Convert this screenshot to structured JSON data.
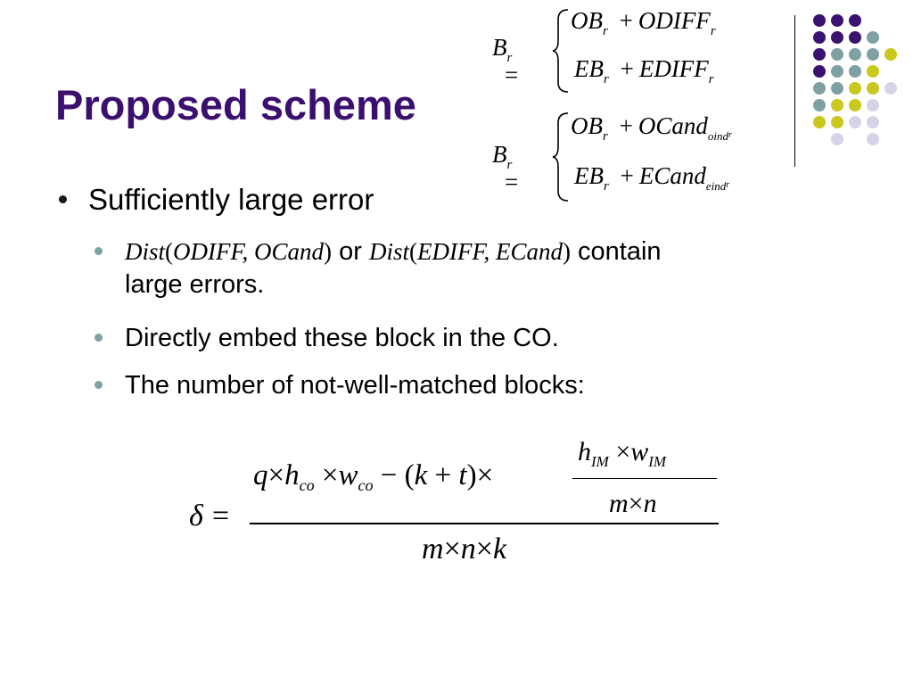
{
  "slide": {
    "title": "Proposed scheme",
    "bullets": {
      "level1": "Sufficiently large error",
      "item1": {
        "dist1_fn": "Dist",
        "dist1_args": "ODIFF, OCand",
        "or_word": "or",
        "dist2_fn": "Dist",
        "dist2_args": "EDIFF, ECand",
        "rest_line1": "contain",
        "rest_line2": "large errors."
      },
      "item2": "Directly embed these block in the CO.",
      "item3": "The number of not-well-matched blocks:"
    },
    "equations": {
      "eq1": {
        "lhs": "B",
        "lhs_sub": "r",
        "row1": {
          "a": "OB",
          "a_sub": "r",
          "b": "ODIFF",
          "b_sub": "r"
        },
        "row2": {
          "a": "EB",
          "a_sub": "r",
          "b": "EDIFF",
          "b_sub": "r"
        }
      },
      "eq2": {
        "lhs": "B",
        "lhs_sub": "r",
        "row1": {
          "a": "OB",
          "a_sub": "r",
          "b": "OCand",
          "b_sub": "oind",
          "b_subsub": "r"
        },
        "row2": {
          "a": "EB",
          "a_sub": "r",
          "b": "ECand",
          "b_sub": "eind",
          "b_subsub": "r"
        }
      },
      "delta": {
        "lhs": "δ",
        "num_q": "q",
        "h": "h",
        "h_sub": "co",
        "w": "w",
        "w_sub": "co",
        "k": "k",
        "t": "t",
        "inner_num_h": "h",
        "inner_num_h_sub": "IM",
        "inner_num_w": "w",
        "inner_num_w_sub": "IM",
        "inner_den_m": "m",
        "inner_den_n": "n",
        "den_m": "m",
        "den_n": "n",
        "den_k": "k"
      }
    },
    "colors": {
      "title": "#3b0f6f",
      "purple": "#3b1270",
      "teal": "#7fa1a4",
      "yellow": "#c8c81e",
      "lavender": "#d4d4e6"
    }
  }
}
